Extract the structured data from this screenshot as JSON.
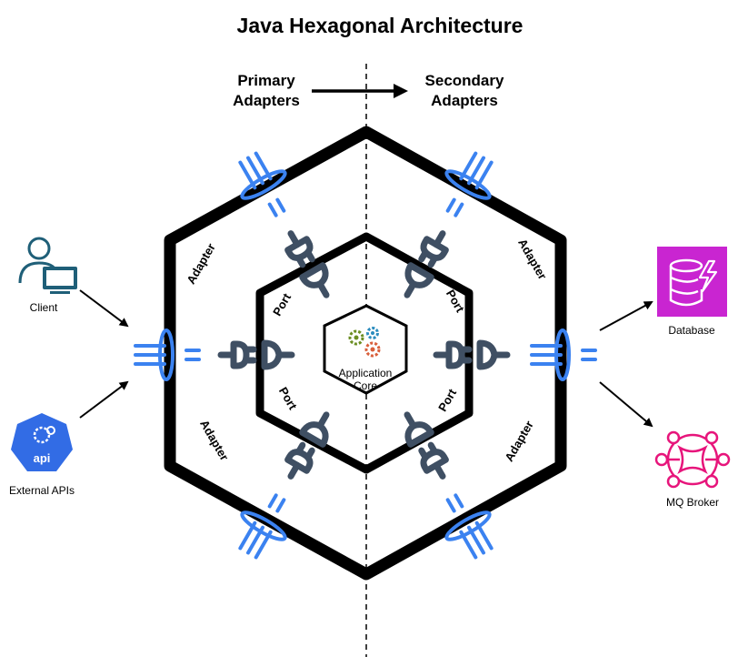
{
  "title": "Java Hexagonal Architecture",
  "flow": {
    "primary_line1": "Primary",
    "primary_line2": "Adapters",
    "secondary_line1": "Secondary",
    "secondary_line2": "Adapters"
  },
  "rings": {
    "adapter_label": "Adapter",
    "port_label": "Port"
  },
  "core": {
    "line1": "Application",
    "line2": "Core"
  },
  "actors": {
    "client": "Client",
    "external_apis": "External APIs",
    "api_badge": "api",
    "database": "Database",
    "mq_broker": "MQ Broker"
  },
  "colors": {
    "adapter_blue": "#3b82f0",
    "plug_slate": "#3f4f63",
    "database_magenta": "#c925d1",
    "mq_pink": "#e7157b",
    "client_teal": "#1f5f78",
    "api_blue": "#326ce5"
  }
}
